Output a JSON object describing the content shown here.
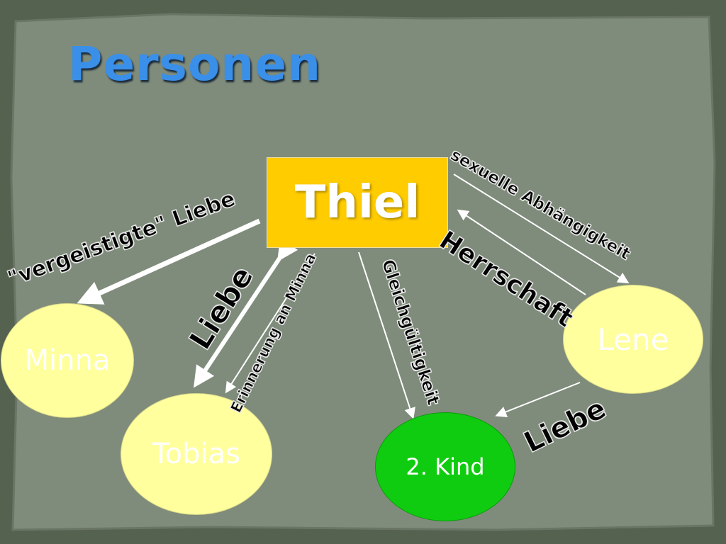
{
  "slide": {
    "title": "Personen",
    "colors": {
      "background": "#55624f",
      "title": "#3a8fe8",
      "center_node": "#ffcc00",
      "person_node": "#ffff9e",
      "child_node": "#10cc10",
      "arrow": "#ffffff"
    }
  },
  "nodes": {
    "thiel": "Thiel",
    "minna": "Minna",
    "tobias": "Tobias",
    "lene": "Lene",
    "kind": "2. Kind"
  },
  "relations": {
    "thiel_minna": "\"vergeistigte\" Liebe",
    "tobias_thiel": "Liebe",
    "thiel_tobias": "Erinnerung an Minna",
    "thiel_kind": "Gleichgültigkeit",
    "thiel_lene": "sexuelle Abhängigkeit",
    "lene_thiel": "Herrschaft",
    "lene_kind": "Liebe"
  }
}
